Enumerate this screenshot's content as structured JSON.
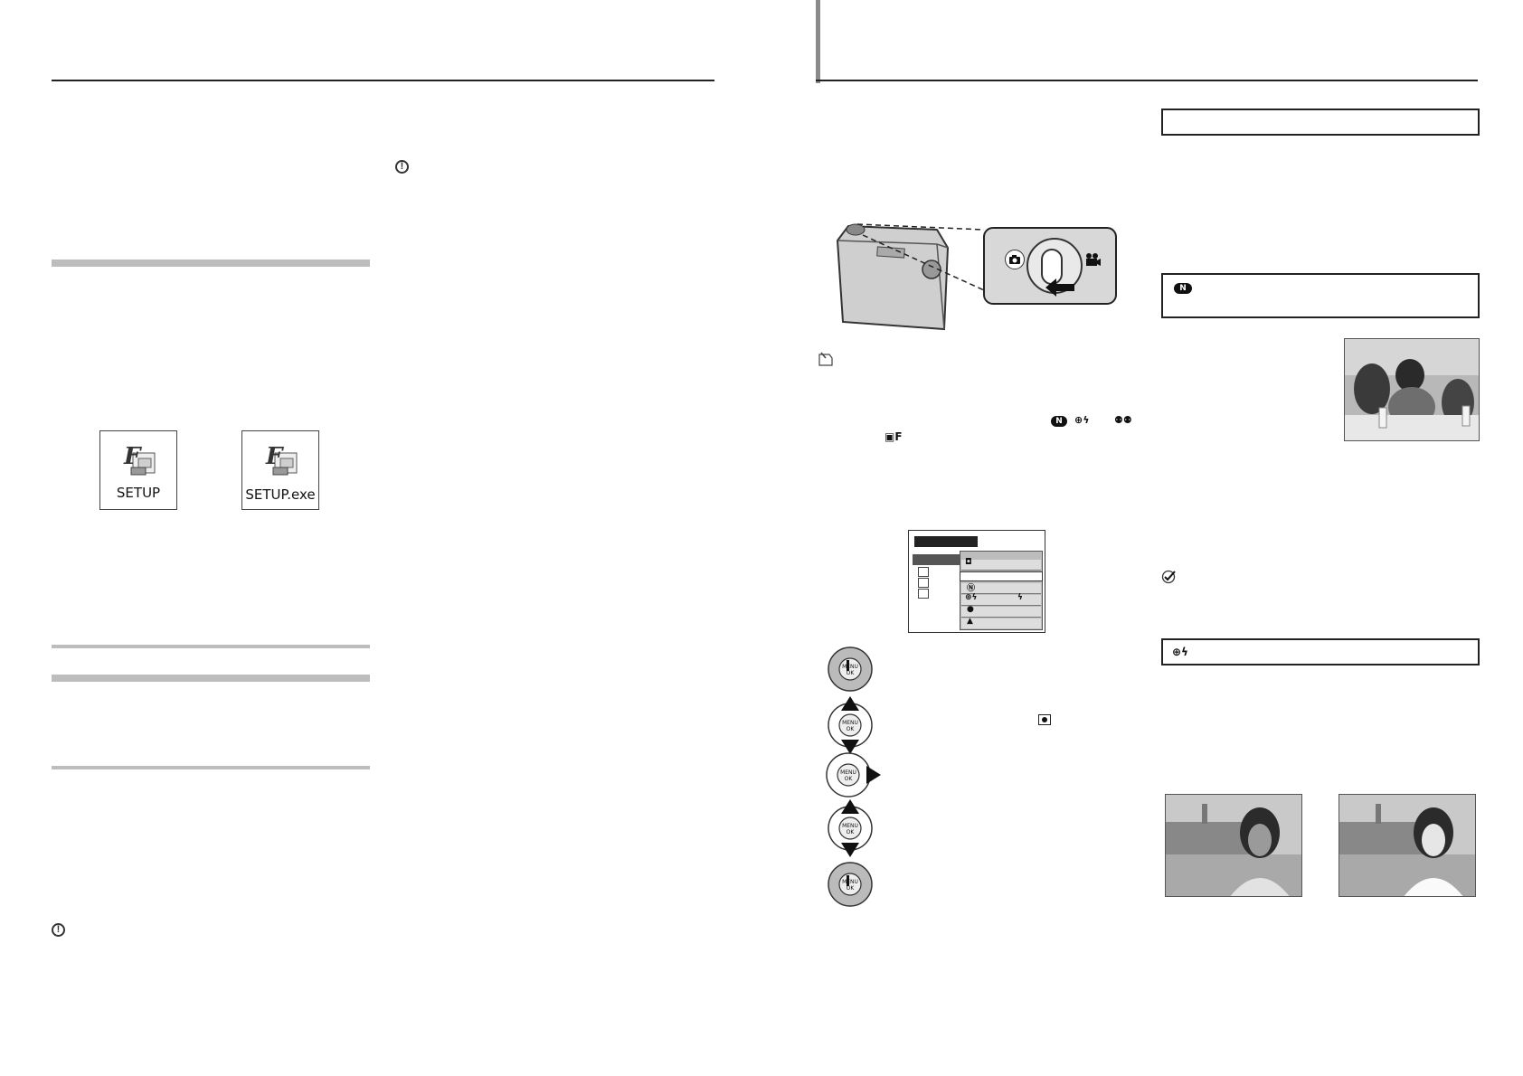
{
  "left_page": {
    "setup_icons": [
      {
        "label": "SETUP",
        "icon": "fuji-setup-installer-icon"
      },
      {
        "label": "SETUP.exe",
        "icon": "fuji-setup-installer-icon"
      }
    ],
    "caution_glyph": "!"
  },
  "right_page": {
    "mode_switch": {
      "icons": [
        "camera-icon",
        "movie-icon"
      ]
    },
    "menu_screen": {
      "icons": [
        "camera-icon",
        "natural-light-icon",
        "natural-flash-icon",
        "portrait-icon",
        "landscape-icon"
      ]
    },
    "dial_steps": [
      {
        "icon": "menu-ok-dial-icon",
        "arrow": "none"
      },
      {
        "icon": "menu-ok-dial-icon",
        "arrow": "up-down"
      },
      {
        "icon": "menu-ok-dial-icon",
        "arrow": "right"
      },
      {
        "icon": "menu-ok-dial-icon",
        "arrow": "up-down"
      },
      {
        "icon": "menu-ok-dial-icon",
        "arrow": "none"
      }
    ],
    "mode_boxes": [
      {
        "icon": "blank"
      },
      {
        "icon": "natural-light-icon"
      },
      {
        "icon": "natural-flash-icon"
      }
    ],
    "colors": {
      "rule": "#222222",
      "gray_bar": "#bdbdbd",
      "spine": "#8a8a8a"
    }
  }
}
